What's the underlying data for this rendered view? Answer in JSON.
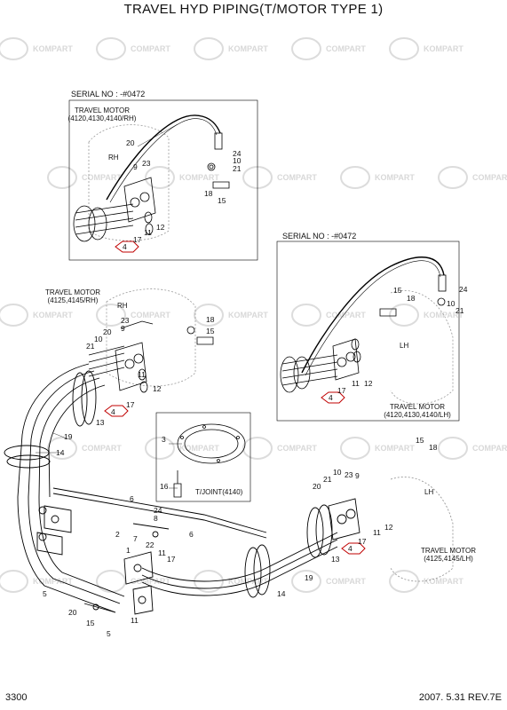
{
  "title": "TRAVEL HYD PIPING(T/MOTOR TYPE 1)",
  "page_number": "3300",
  "revision": "2007. 5.31 REV.7E",
  "watermark": {
    "text_a": "KOMPART",
    "text_b": "COMPART",
    "color": "#d8d8d8"
  },
  "callouts": {
    "serial_1": "SERIAL NO : -#0472",
    "serial_2": "SERIAL NO : -#0472",
    "tm_rh_1": "TRAVEL MOTOR\n(4120,4130,4140/RH)",
    "tm_rh_2": "TRAVEL MOTOR\n(4125,4145/RH)",
    "tm_lh_1": "TRAVEL MOTOR\n(4120,4130,4140/LH)",
    "tm_lh_2": "TRAVEL MOTOR\n(4125,4145/LH)",
    "tjoint": "T/JOINT(4140)",
    "rh_1": "RH",
    "rh_2": "RH",
    "lh_1": "LH",
    "lh_2": "LH"
  },
  "part_numbers": {
    "b1": [
      "20",
      "24",
      "10",
      "21",
      "9",
      "23",
      "18",
      "15",
      "11",
      "12",
      "4",
      "17"
    ],
    "b2": [
      "15",
      "18",
      "24",
      "10",
      "21",
      "4",
      "17",
      "11",
      "12"
    ],
    "b3": [
      "18",
      "15",
      "23",
      "9",
      "20",
      "10",
      "21",
      "11",
      "12",
      "13",
      "4",
      "17",
      "19",
      "14"
    ],
    "b4": [
      "3",
      "16"
    ],
    "b5": [
      "15",
      "18",
      "10",
      "21",
      "20",
      "9",
      "23",
      "11",
      "12",
      "13",
      "4",
      "17",
      "19",
      "14"
    ],
    "b6": [
      "6",
      "24",
      "8",
      "22",
      "17",
      "1",
      "7",
      "11",
      "6",
      "2",
      "5",
      "20",
      "15",
      "11",
      "5"
    ]
  }
}
